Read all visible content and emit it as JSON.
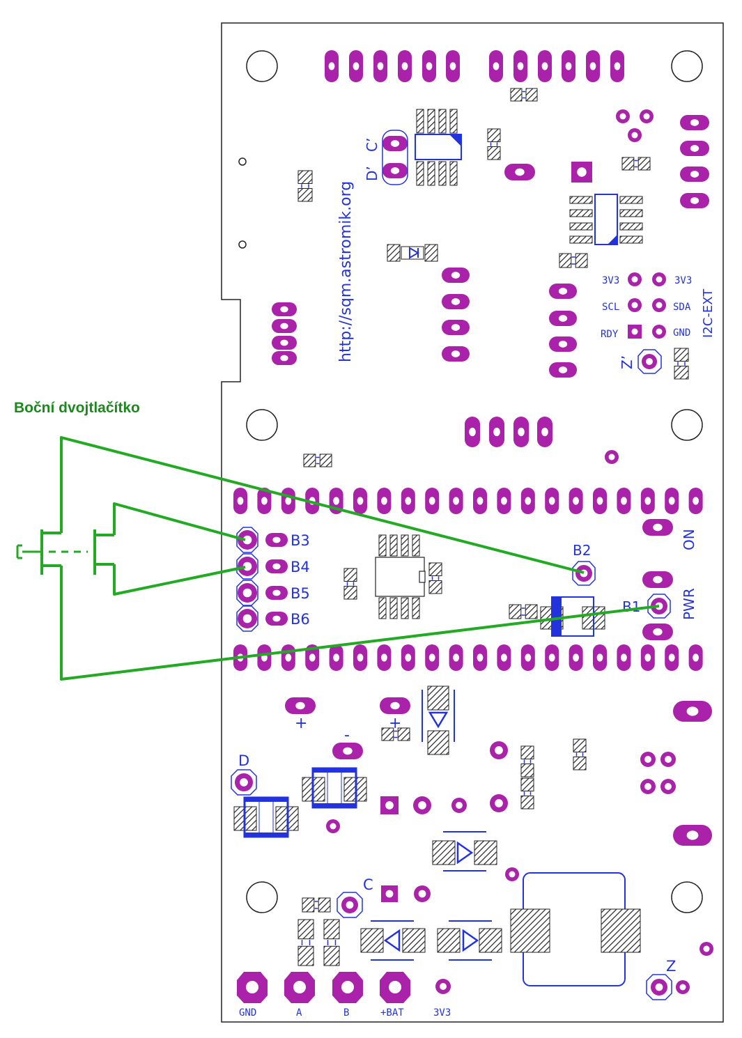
{
  "caption": "Boční dvojtlačítko",
  "url_text": "http://sqm.astromik.org",
  "header_labels": {
    "c_prime": "C’",
    "d_prime": "D’"
  },
  "i2c": {
    "title": "I2C-EXT",
    "left": [
      "3V3",
      "SCL",
      "RDY"
    ],
    "right": [
      "3V3",
      "SDA",
      "GND"
    ]
  },
  "z_prime": "Z’",
  "buttons": [
    "B3",
    "B4",
    "B5",
    "B6"
  ],
  "b1": "B1",
  "b2": "B2",
  "on_label": "ON",
  "pwr_label": "PWR",
  "plus_left": "+",
  "plus_mid": "+",
  "minus": "-",
  "d_label": "D",
  "c_label": "C",
  "z_label": "Z",
  "bottom_pads": [
    "GND",
    "A",
    "B",
    "+BAT",
    "3V3"
  ],
  "colors": {
    "pad": "#aa22aa",
    "silk": "#2233dd",
    "wire": "#22aa22",
    "outline": "#222222"
  }
}
